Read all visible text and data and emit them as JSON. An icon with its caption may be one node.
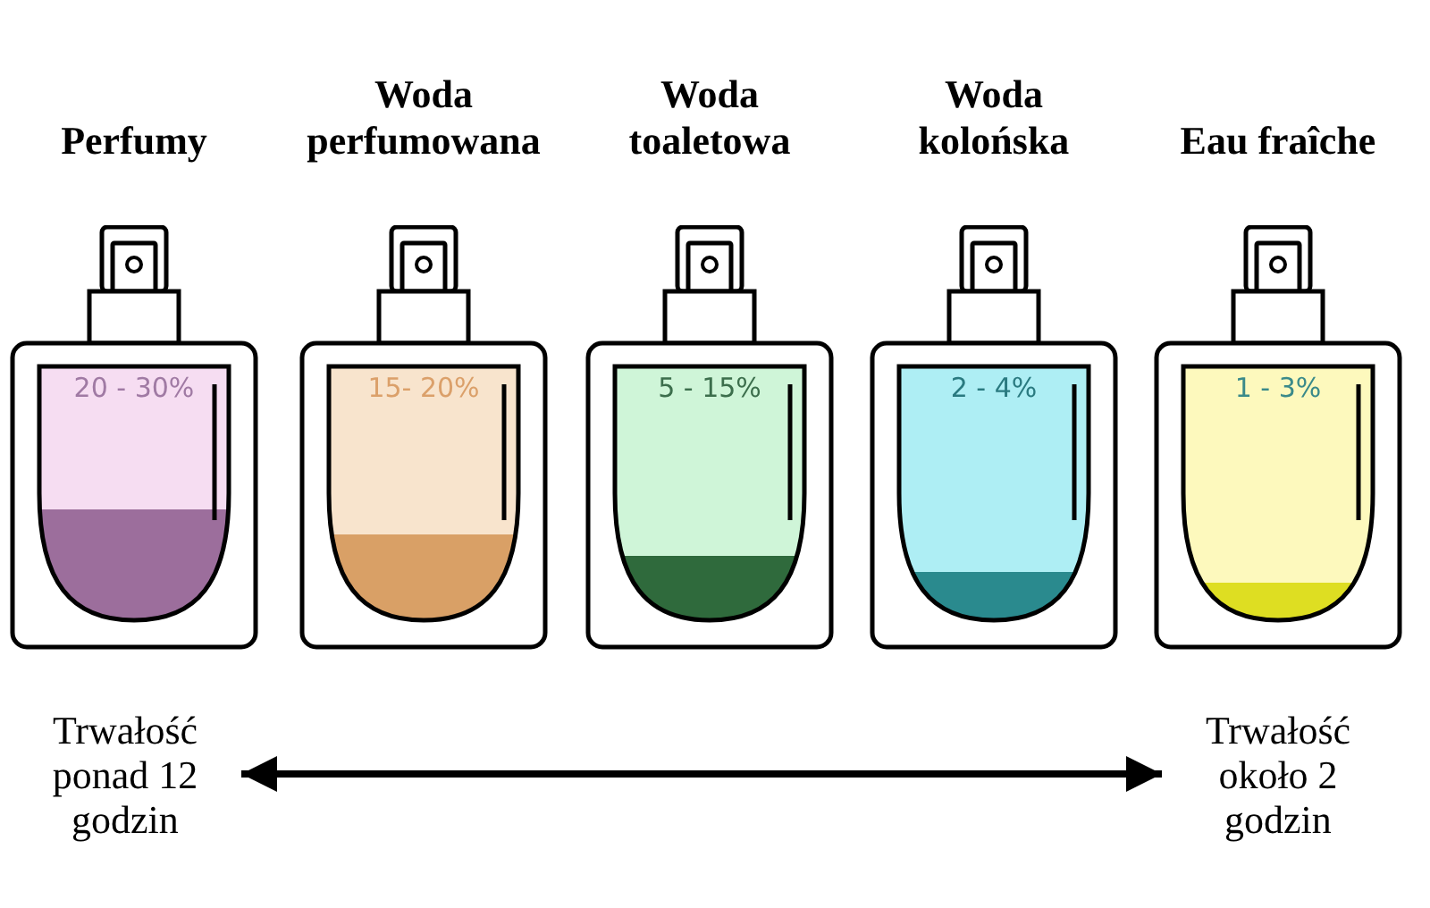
{
  "diagram": {
    "nodes": [
      {
        "text": [
          "Perfumy",
          "20 - 30%"
        ]
      },
      {
        "text": [
          "Woda perfumowana",
          "15- 20%"
        ]
      },
      {
        "text": [
          "Woda toaletowa",
          "5 - 15%"
        ]
      },
      {
        "text": [
          "Woda kolońska",
          "2 - 4%"
        ]
      },
      {
        "text": [
          "Eau fraîche",
          "1 - 3%"
        ]
      },
      {
        "text": [
          "Trwałość ponad 12 godzin"
        ]
      },
      {
        "text": [
          "Trwałość około 2 godzin"
        ]
      }
    ],
    "edges": [
      {
        "from": 5,
        "to": 6,
        "arrow": "both"
      }
    ]
  }
}
